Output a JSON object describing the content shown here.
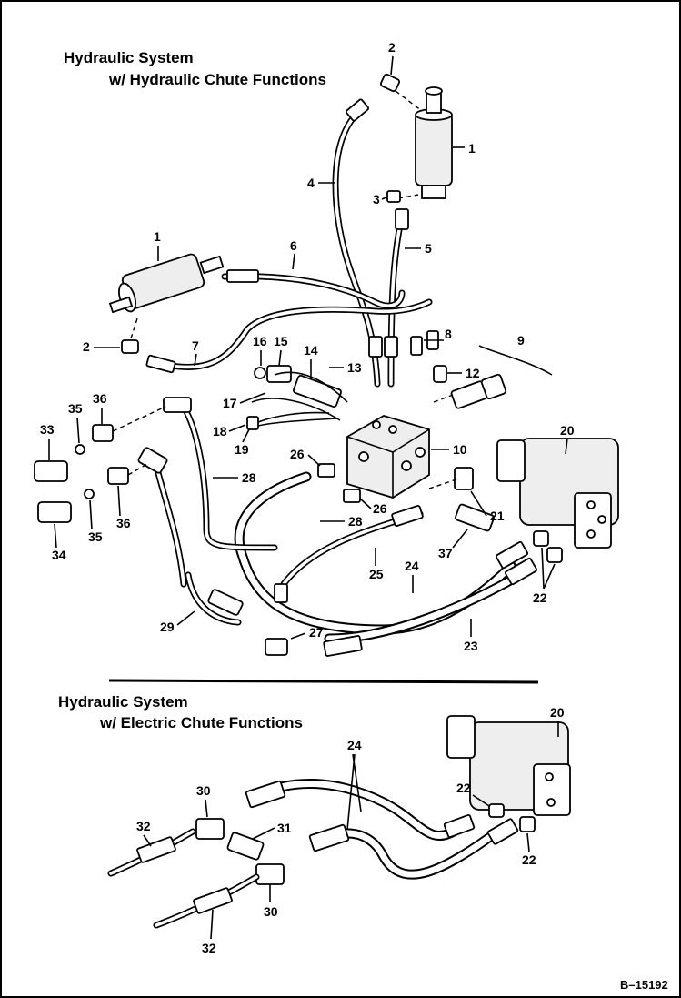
{
  "section_top": {
    "title_line1": "Hydraulic System",
    "title_line2": "w/ Hydraulic Chute Functions"
  },
  "section_bottom": {
    "title_line1": "Hydraulic System",
    "title_line2": "w/ Electric Chute Functions"
  },
  "figure_ref": "B–15192",
  "callouts_top": [
    "2",
    "1",
    "4",
    "3",
    "5",
    "6",
    "1",
    "2",
    "7",
    "16",
    "15",
    "14",
    "13",
    "8",
    "9",
    "12",
    "17",
    "18",
    "19",
    "36",
    "35",
    "33",
    "20",
    "26",
    "10",
    "28",
    "36",
    "35",
    "34",
    "26",
    "21",
    "28",
    "37",
    "25",
    "24",
    "22",
    "29",
    "27",
    "23"
  ],
  "callouts_bottom": [
    "20",
    "24",
    "30",
    "22",
    "31",
    "32",
    "22",
    "30",
    "32"
  ]
}
